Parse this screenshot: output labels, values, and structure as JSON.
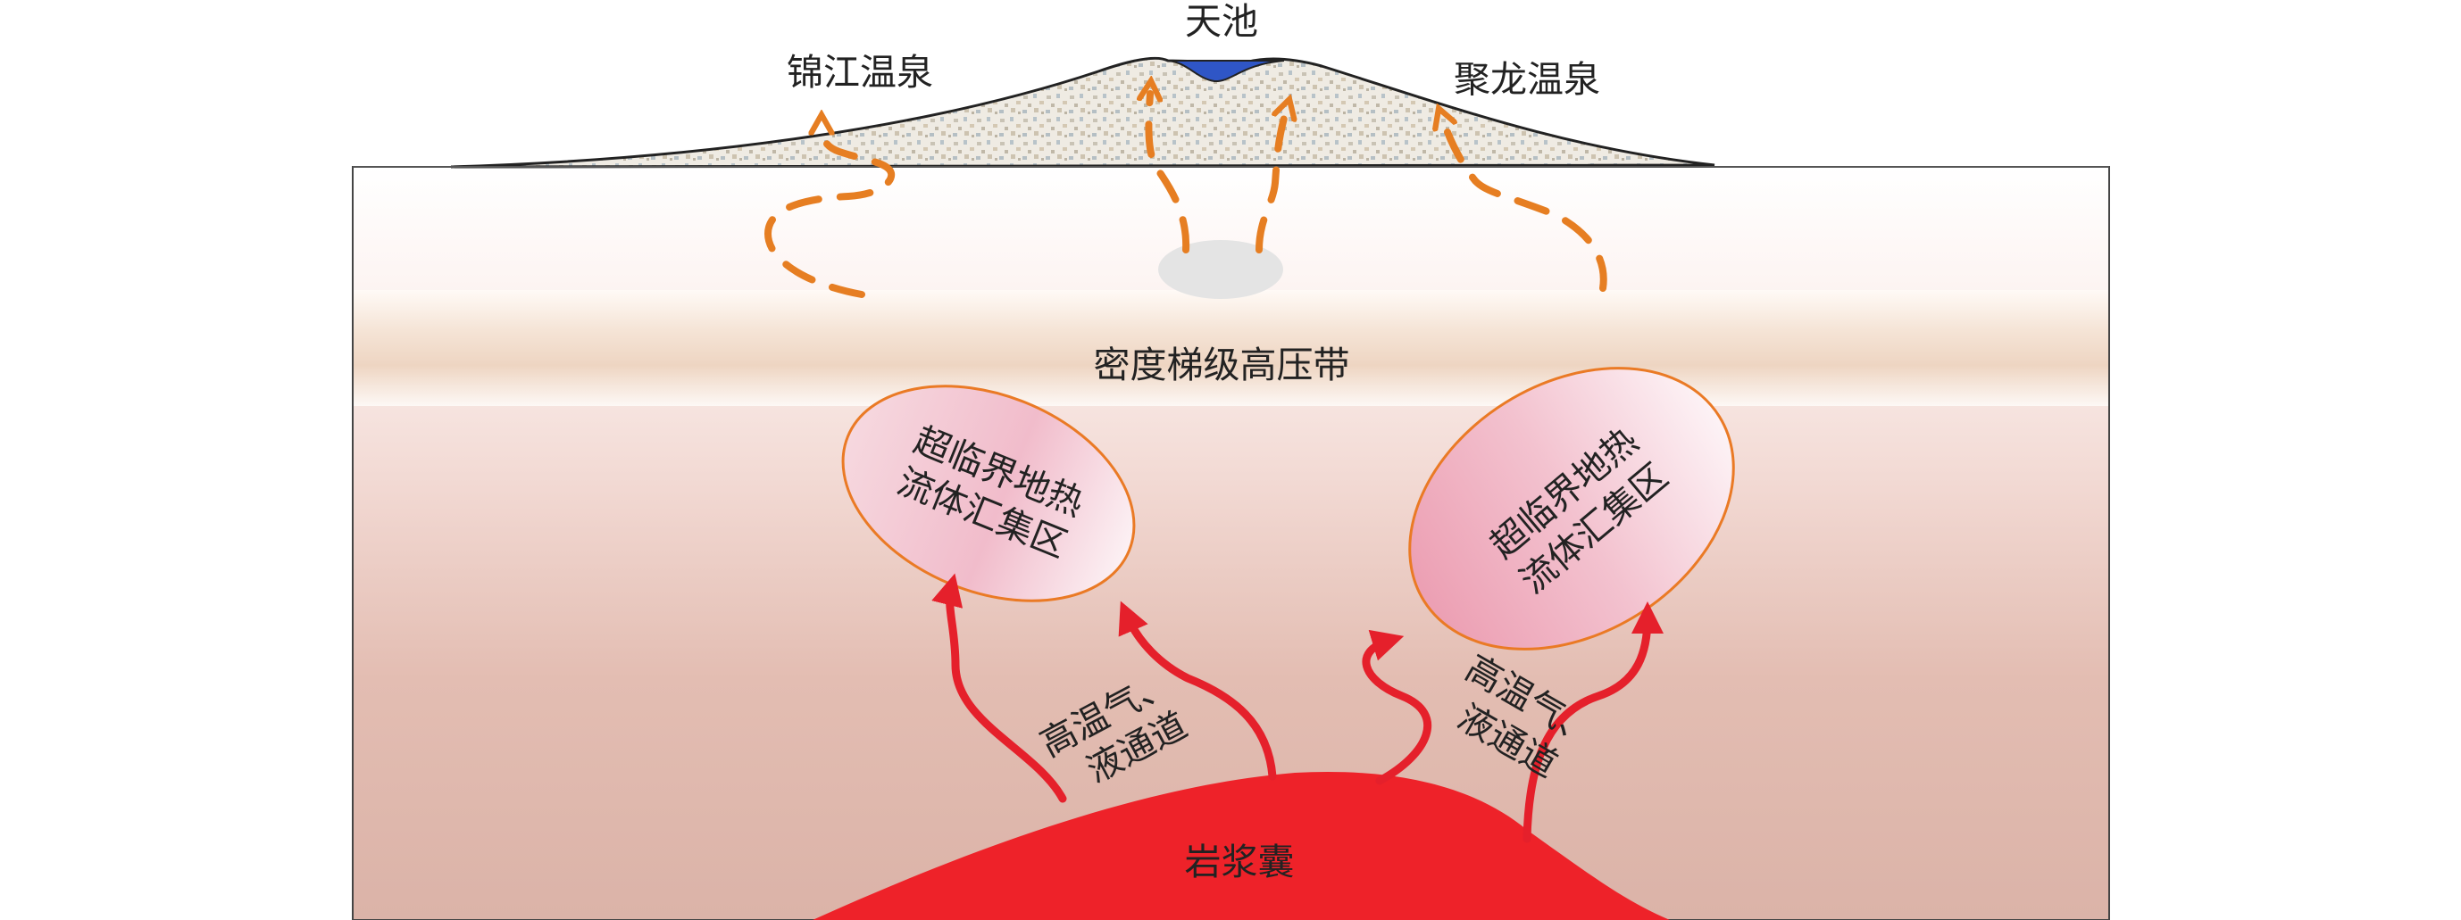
{
  "labels": {
    "tianchi": "天池",
    "jinjiang_spring": "锦江温泉",
    "julong_spring": "聚龙温泉",
    "density_zone": "密度梯级高压带",
    "fluid_zone_left": [
      "超临界地热",
      "流体汇集区"
    ],
    "fluid_zone_right": [
      "超临界地热",
      "流体汇集区"
    ],
    "channel_left": [
      "高温气、",
      "液通道"
    ],
    "channel_right": [
      "高温气、",
      "液通道"
    ],
    "magma_chamber": "岩浆囊"
  },
  "colors": {
    "crust": "#dfb8ad",
    "magma": "#ee2229",
    "heat_flow_arrow": "#e5202b",
    "hydrothermal_arrow": "#e67e22",
    "lake": "#2f56c6",
    "fluid_zone_fill": "#f3c6d0",
    "fluid_zone_outline": "#ea7a25",
    "density_band": "#ecd2bd",
    "volcano_cover": "#d8d2c2"
  }
}
